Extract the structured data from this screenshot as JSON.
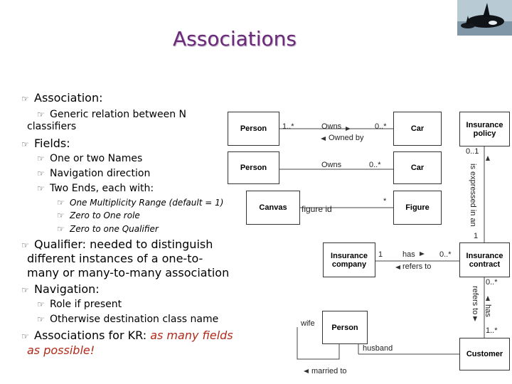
{
  "title": "Associations",
  "photo": {
    "alt": "orca-photo"
  },
  "bullets": {
    "association": "Association:",
    "generic_relation_a": "Generic relation between N",
    "generic_relation_b": "classifiers",
    "fields": "Fields:",
    "one_or_two_names": "One or two Names",
    "navigation_direction": "Navigation direction",
    "two_ends": "Two Ends, each with:",
    "one_multiplicity": "One Multiplicity Range (default = 1)",
    "zero_to_one_role": "Zero to One role",
    "zero_to_one_qualifier": "Zero to one Qualifier",
    "qualifier_a": "Qualifier: needed to distinguish",
    "qualifier_b": "different instances of a one-to-",
    "qualifier_c": "many or many-to-many association",
    "navigation": "Navigation:",
    "role_if_present": "Role if present",
    "otherwise": "Otherwise destination class name",
    "kr_a": "Associations for KR: ",
    "kr_b": "as many fields",
    "kr_c": "as possible!"
  },
  "diagram": {
    "classes": {
      "person1": "Person",
      "car1": "Car",
      "person2": "Person",
      "car2": "Car",
      "canvas": "Canvas",
      "figure": "Figure",
      "insurance_policy_a": "Insurance",
      "insurance_policy_b": "policy",
      "insurance_company_a": "Insurance",
      "insurance_company_b": "company",
      "insurance_contract_a": "Insurance",
      "insurance_contract_b": "contract",
      "person3": "Person",
      "customer": "Customer"
    },
    "labels": {
      "one_many_left": "1..*",
      "owns1": "Owns",
      "zero_many_right1": "0..*",
      "owned_by": "Owned by",
      "owns2": "Owns",
      "zero_many_right2": "0..*",
      "figure_id": "figure id",
      "star": "*",
      "zero_one": "0..1",
      "expressed": "is expressed in an",
      "one_bottom": "1",
      "one_company": "1",
      "has": "has",
      "zero_many_contract": "0..*",
      "refers_to": "refers to",
      "zero_many_contract2": "0..*",
      "refers_to_vert": "refers to",
      "has_vert": "has",
      "one_many_cust": "1..*",
      "wife": "wife",
      "husband": "husband",
      "married_to": "married to"
    }
  }
}
